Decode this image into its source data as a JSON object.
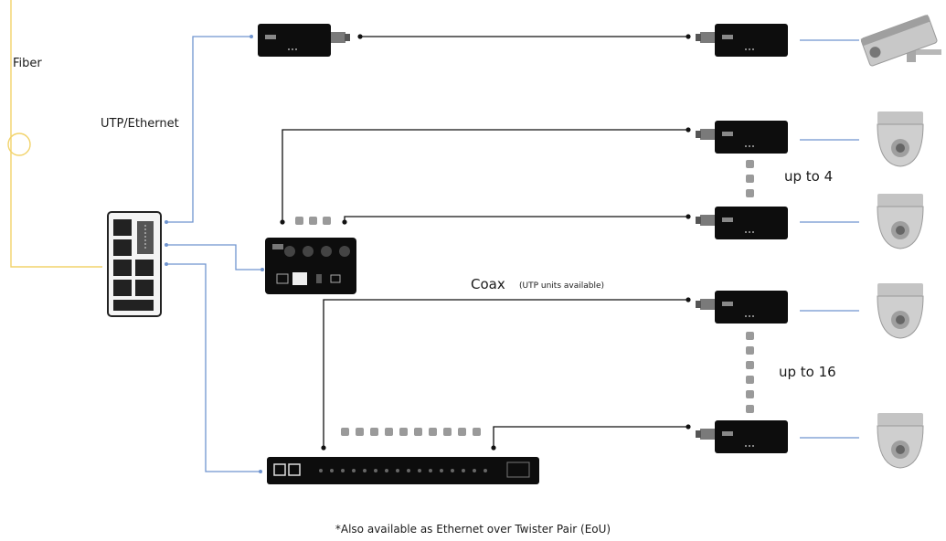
{
  "labels": {
    "fiber": "Fiber",
    "utp_ethernet": "UTP/Ethernet",
    "up_to_4": "up to 4",
    "up_to_16": "up to 16",
    "coax": "Coax",
    "coax_note": "(UTP units available)",
    "footnote": "*Also available as Ethernet over Twister Pair (EoU)"
  },
  "colors": {
    "fiber_line": "#f2d36b",
    "utp_line": "#6f94cf",
    "coax_line": "#111111",
    "device": "#0d0d0d",
    "dots": "#9a9a9a",
    "camera": "#b8b8b8"
  },
  "icons": {
    "switch": "network-switch-icon",
    "bullet_camera": "bullet-camera-icon",
    "dome_camera": "dome-camera-icon",
    "extender": "ethernet-extender-icon"
  }
}
